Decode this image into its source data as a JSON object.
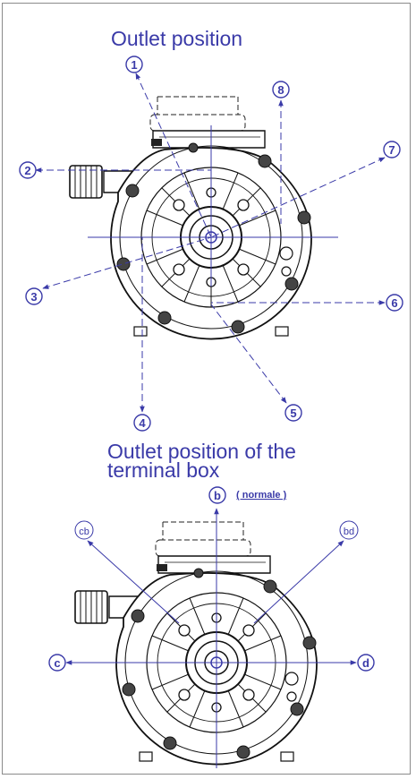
{
  "headings": {
    "outlet_position": "Outlet position",
    "terminal_box_line1": "Outlet position of the",
    "terminal_box_line2": "terminal box"
  },
  "outlet_markers": [
    "1",
    "2",
    "3",
    "4",
    "5",
    "6",
    "7",
    "8"
  ],
  "terminal_markers": {
    "b": "b",
    "b_note": "( normale )",
    "cb": "cb",
    "bd": "bd",
    "c": "c",
    "d": "d"
  },
  "colors": {
    "accent": "#3a3aa8",
    "drawing": "#1a1a1a"
  }
}
